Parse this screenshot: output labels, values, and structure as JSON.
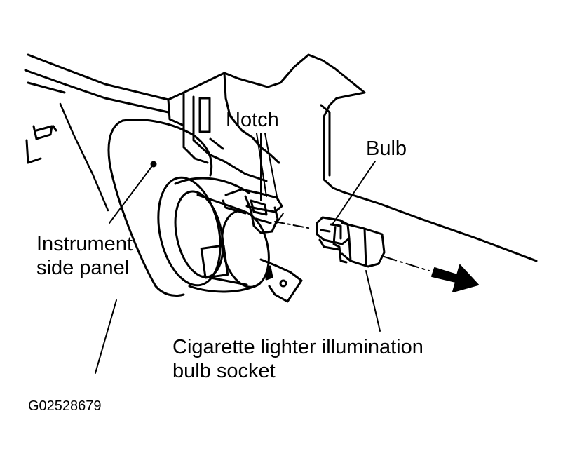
{
  "labels": {
    "notch": "Notch",
    "bulb": "Bulb",
    "instrument_side_panel": "Instrument side panel",
    "socket": "Cigarette lighter illumination bulb socket",
    "figure_code": "G02528679"
  },
  "colors": {
    "ink": "#000000",
    "paper": "#ffffff"
  },
  "icons": {
    "direction_arrow": "arrow-right-icon"
  }
}
